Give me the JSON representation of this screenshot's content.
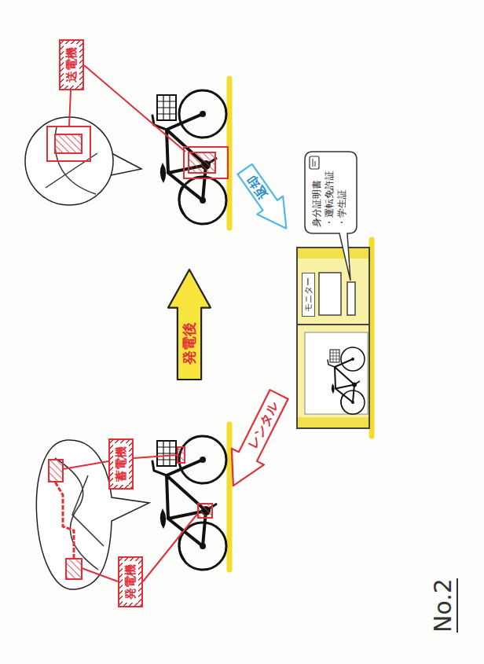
{
  "diagram": {
    "nodes": [
      {
        "text": [
          "発電機"
        ]
      },
      {
        "text": [
          "蓄電機"
        ]
      },
      {
        "text": [
          "発電後"
        ]
      },
      {
        "text": [
          "送電機"
        ]
      },
      {
        "text": [
          "返却"
        ]
      },
      {
        "text": [
          "レンタル"
        ]
      },
      {
        "text": [
          "モニター"
        ]
      },
      {
        "text": [
          "身分証明書 ・運転免許証 ・学生証"
        ]
      }
    ],
    "labels": [
      "No.2"
    ]
  }
}
